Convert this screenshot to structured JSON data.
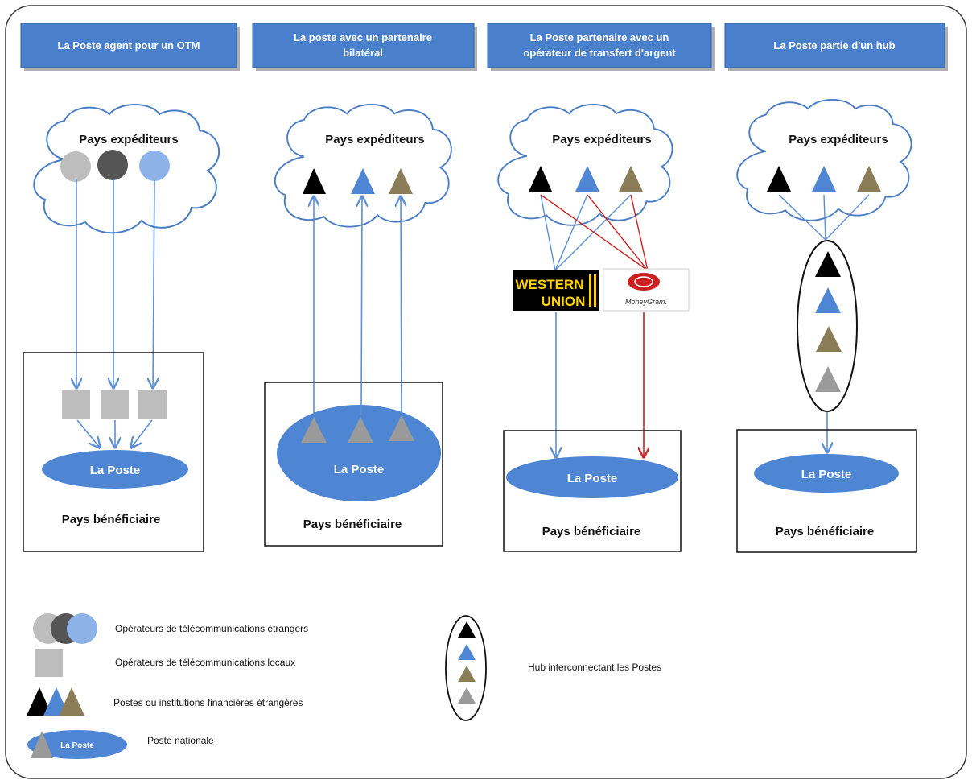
{
  "headers": [
    {
      "line1": "La Poste  agent pour un OTM",
      "line2": ""
    },
    {
      "line1": "La poste avec un partenaire",
      "line2": "bilatéral"
    },
    {
      "line1": "La Poste  partenaire avec un",
      "line2": "opérateur de transfert d'argent"
    },
    {
      "line1": "La Poste  partie d'un hub",
      "line2": ""
    }
  ],
  "sender_label": "Pays expéditeurs",
  "receiver_label": "Pays bénéficiaire",
  "la_poste_label": "La Poste",
  "logos": {
    "western_union_line1": "WESTERN",
    "western_union_line2": "UNION",
    "moneygram": "MoneyGram."
  },
  "legend": {
    "foreign_telecom": "Opérateurs de télécommunications étrangers",
    "local_telecom": "Opérateurs de télécommunications locaux",
    "foreign_posts": "Postes ou institutions financières étrangères",
    "national_post": "Poste nationale",
    "national_post_mini": "La Poste",
    "hub": "Hub interconnectant les Postes"
  },
  "colors": {
    "header_fill": "#4a7fcc",
    "node_blue": "#4f86d4",
    "arrow_blue": "#5b8fd6",
    "arrow_red": "#cc1f1f",
    "triangle_black": "#000000",
    "triangle_blue": "#4f86d4",
    "triangle_khaki": "#8b7d57",
    "triangle_grey": "#9a9a9a",
    "circle_light_grey": "#bdbdbd",
    "circle_dark_grey": "#555555",
    "circle_light_blue": "#8cb2e8",
    "square_grey": "#bdbdbd"
  }
}
